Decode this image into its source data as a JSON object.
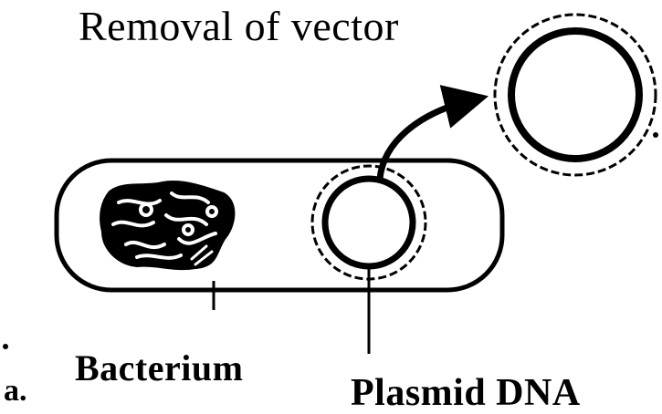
{
  "title": "Removal of vector",
  "labels": {
    "bacterium": "Bacterium",
    "plasmid": "Plasmid DNA",
    "panel": "a."
  },
  "colors": {
    "ink": "#000000",
    "background": "#ffffff"
  }
}
